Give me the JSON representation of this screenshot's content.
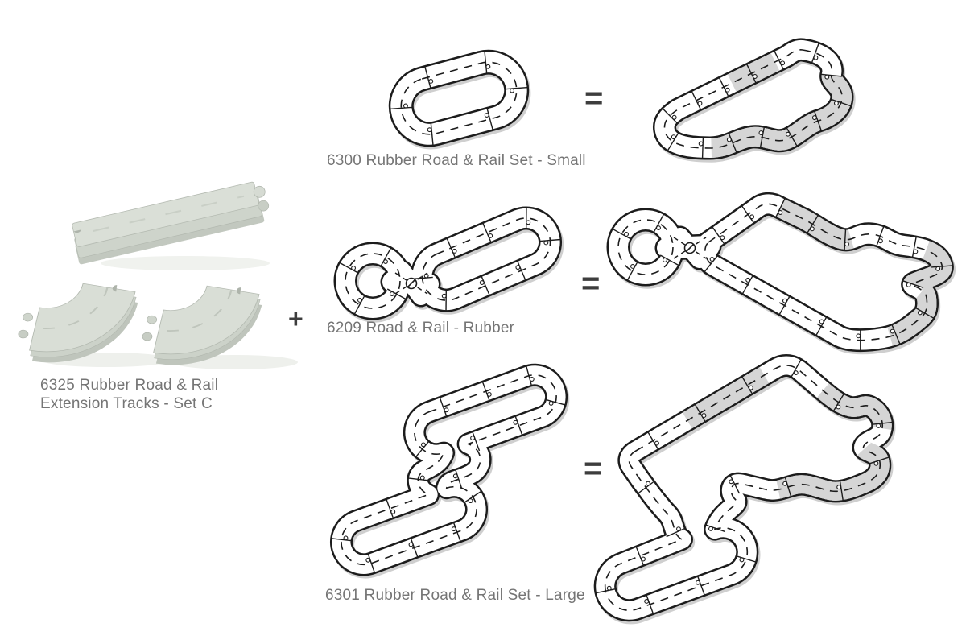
{
  "page": {
    "background": "#ffffff"
  },
  "colors": {
    "track_outline": "#1c1c1c",
    "track_fill": "#ffffff",
    "track_highlight": "#d5d5d5",
    "track_shadow": "#cfcfcf",
    "label_grey": "#757575",
    "operator_grey": "#3d3d3d",
    "product_grey_top": "#dadfd7",
    "product_grey_mid": "#ced4cb",
    "product_grey_dark": "#c2c8bf"
  },
  "operators": {
    "plus": "+",
    "equals": "="
  },
  "products": {
    "extension": {
      "id": "6325",
      "label_line1": "6325 Rubber Road & Rail",
      "label_line2": "Extension Tracks - Set C"
    },
    "sets": [
      {
        "id": "6300",
        "label": "6300 Rubber Road & Rail Set - Small"
      },
      {
        "id": "6209",
        "label": "6209 Road & Rail - Rubber"
      },
      {
        "id": "6301",
        "label": "6301 Rubber Road & Rail Set - Large"
      }
    ]
  }
}
